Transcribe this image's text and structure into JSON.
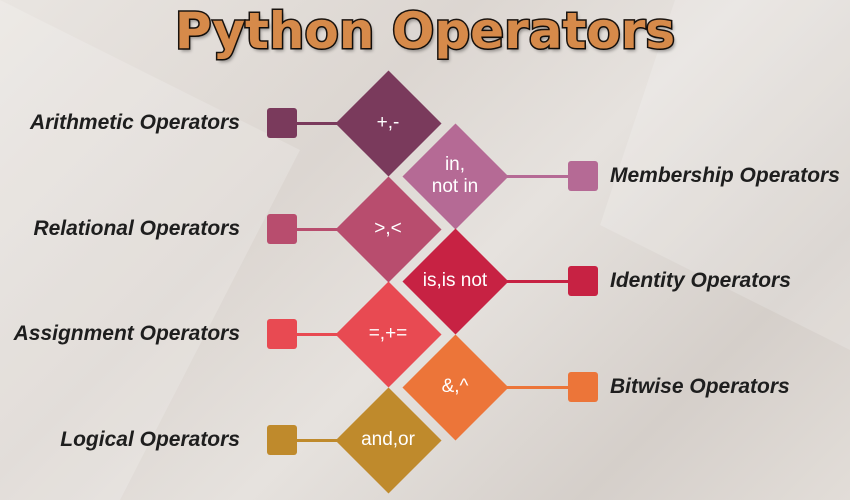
{
  "title": "Python Operators",
  "items": [
    {
      "symbol": "+,-",
      "label": "Arithmetic Operators",
      "color": "#7a3a5c",
      "side": "left"
    },
    {
      "symbol": "in,\nnot in",
      "label": "Membership Operators",
      "color": "#b56a95",
      "side": "right"
    },
    {
      "symbol": ">,<",
      "label": "Relational Operators",
      "color": "#b84d6e",
      "side": "left"
    },
    {
      "symbol": "is,is not",
      "label": "Identity Operators",
      "color": "#c72243",
      "side": "right"
    },
    {
      "symbol": "=,+=",
      "label": "Assignment Operators",
      "color": "#e84a52",
      "side": "left"
    },
    {
      "symbol": "&,^",
      "label": "Bitwise Operators",
      "color": "#ec7539",
      "side": "right"
    },
    {
      "symbol": "and,or",
      "label": "Logical Operators",
      "color": "#bf8a2c",
      "side": "left"
    }
  ]
}
